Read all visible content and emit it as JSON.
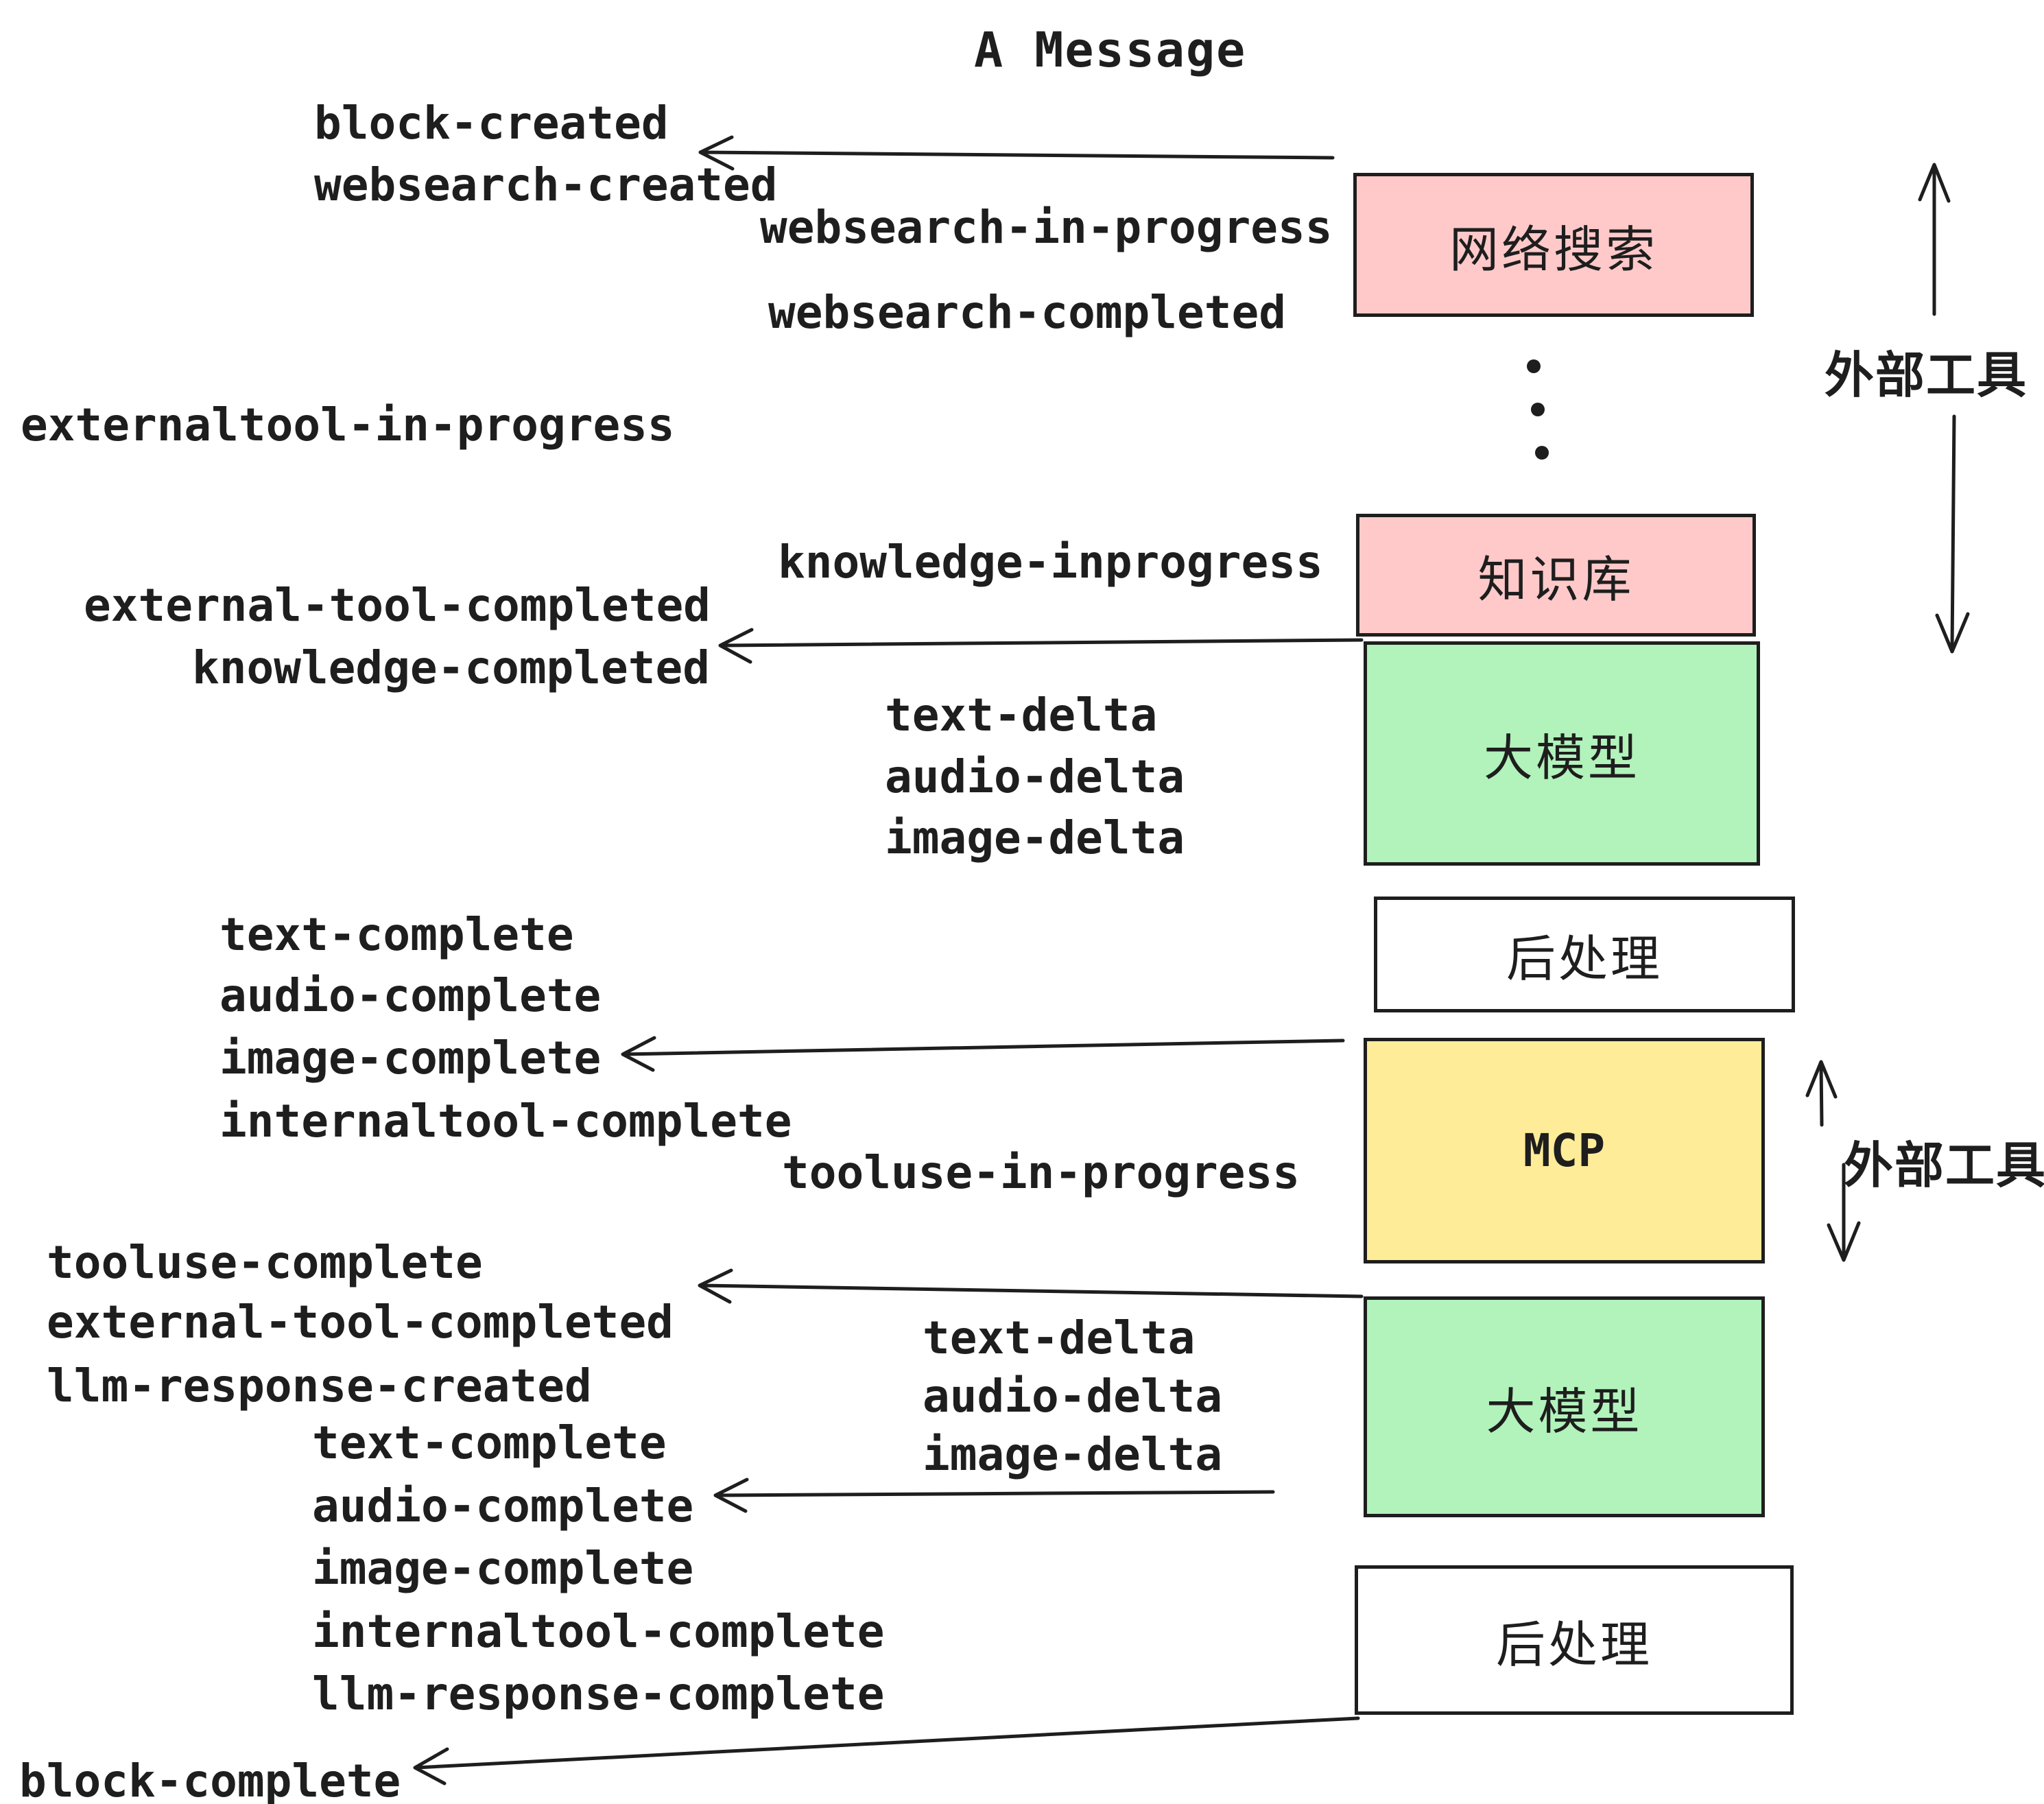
{
  "title": "A Message",
  "events": {
    "block_created": "block-created",
    "websearch_created": "websearch-created",
    "websearch_in_progress": "websearch-in-progress",
    "websearch_completed": "websearch-completed",
    "externaltool_in_progress": "externaltool-in-progress",
    "knowledge_inprogress": "knowledge-inprogress",
    "external_tool_completed_1": "external-tool-completed",
    "knowledge_completed": "knowledge-completed",
    "text_delta_1": "text-delta",
    "audio_delta_1": "audio-delta",
    "image_delta_1": "image-delta",
    "text_complete_1": "text-complete",
    "audio_complete_1": "audio-complete",
    "image_complete_1": "image-complete",
    "internaltool_complete_1": "internaltool-complete",
    "tooluse_in_progress": "tooluse-in-progress",
    "tooluse_complete": "tooluse-complete",
    "external_tool_completed_2": "external-tool-completed",
    "llm_response_created": "llm-response-created",
    "text_delta_2": "text-delta",
    "audio_delta_2": "audio-delta",
    "image_delta_2": "image-delta",
    "text_complete_2": "text-complete",
    "audio_complete_2": "audio-complete",
    "image_complete_2": "image-complete",
    "internaltool_complete_2": "internaltool-complete",
    "llm_response_complete": "llm-response-complete",
    "block_complete": "block-complete"
  },
  "boxes": {
    "websearch": {
      "label": "网络搜索",
      "fill": "#FFC9C9"
    },
    "knowledge": {
      "label": "知识库",
      "fill": "#FFC9C9"
    },
    "llm_top": {
      "label": "大模型",
      "fill": "#B2F2BB"
    },
    "postprocess_top": {
      "label": "后处理",
      "fill": "#FFFFFF"
    },
    "mcp": {
      "label": "MCP",
      "fill": "#FFEC99"
    },
    "llm_bottom": {
      "label": "大模型",
      "fill": "#B2F2BB"
    },
    "postprocess_bottom": {
      "label": "后处理",
      "fill": "#FFFFFF"
    }
  },
  "annotations": {
    "external_tools_top": "外部工具",
    "external_tools_mcp": "外部工具"
  },
  "colors": {
    "box_pink": "#FFC9C9",
    "box_green": "#B2F2BB",
    "box_yellow": "#FFEC99",
    "box_white": "#FFFFFF",
    "ink": "#1E1E1E",
    "background": "#FFFFFF"
  }
}
